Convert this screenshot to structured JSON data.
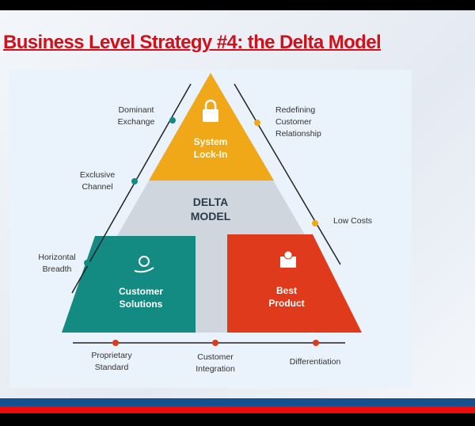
{
  "title": "Business Level Strategy #4: the Delta Model",
  "center": [
    "DELTA",
    "MODEL"
  ],
  "top": [
    "System",
    "Lock-In"
  ],
  "left_box": [
    "Customer",
    "Solutions"
  ],
  "right_box": [
    "Best",
    "Product"
  ],
  "left_labels": [
    [
      "Dominant",
      "Exchange"
    ],
    [
      "Exclusive",
      "Channel"
    ],
    [
      "Horizontal",
      "Breadth"
    ]
  ],
  "right_labels": [
    [
      "Redefining",
      "Customer",
      "Relationship"
    ],
    [
      "Low Costs"
    ]
  ],
  "bottom_labels": [
    [
      "Proprietary",
      "Standard"
    ],
    [
      "Customer",
      "Integration"
    ],
    [
      "Differentiation"
    ]
  ],
  "colors": {
    "yellow": "#f0a818",
    "teal": "#138a82",
    "red": "#e03a1c",
    "accent": "#d0101a"
  }
}
